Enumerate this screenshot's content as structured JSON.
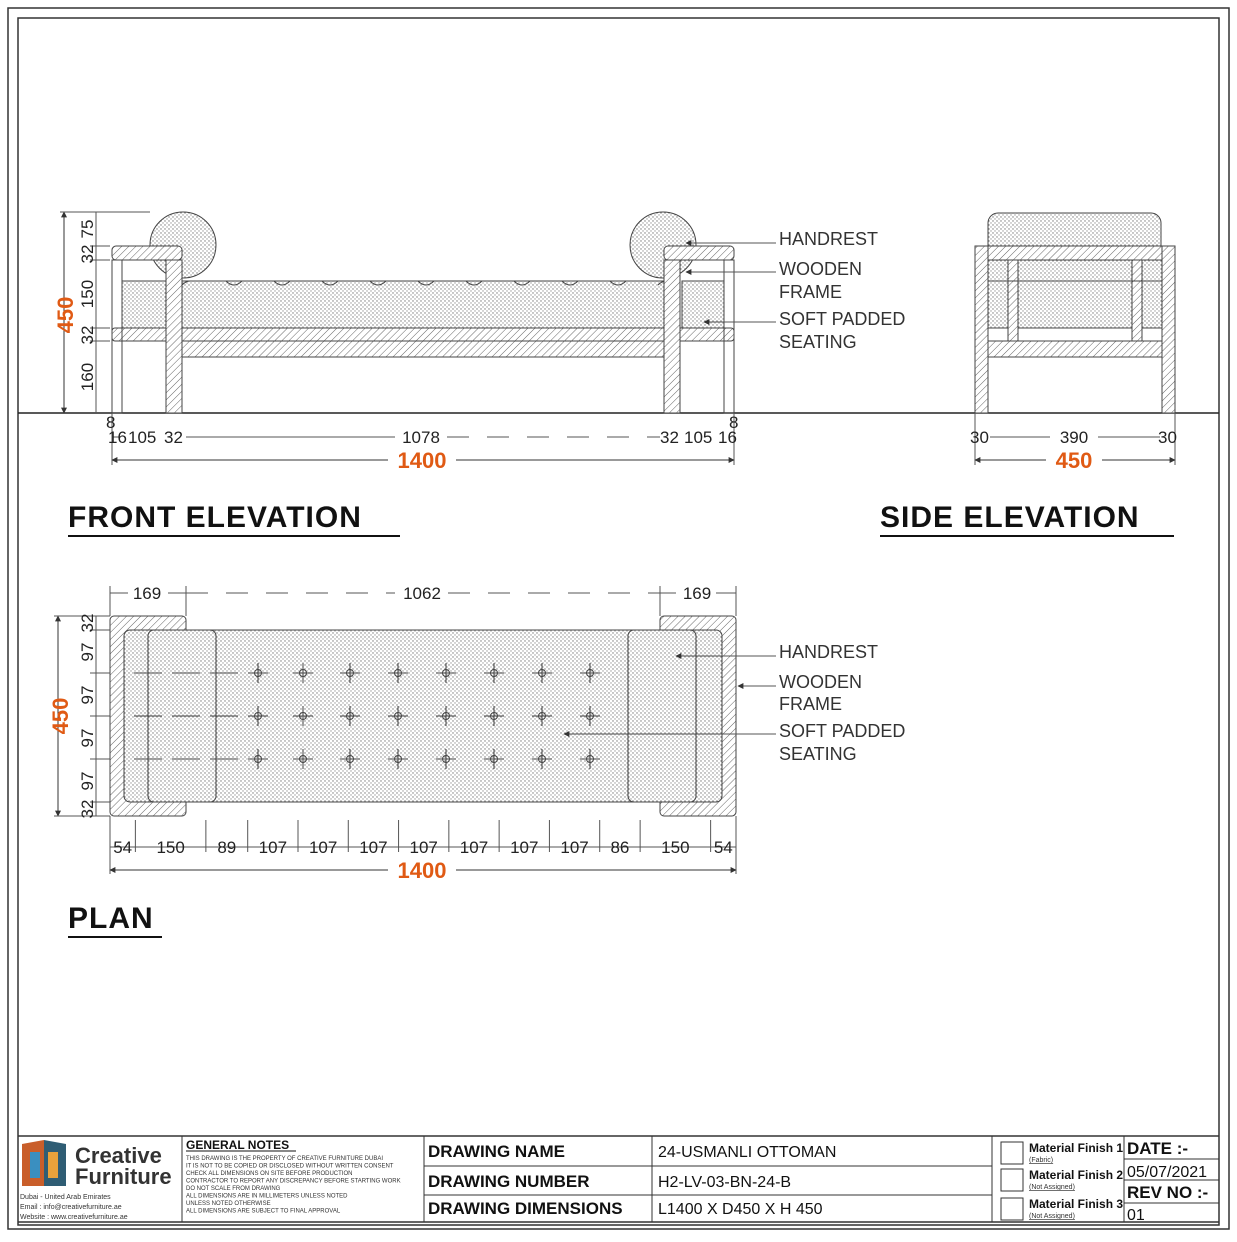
{
  "front": {
    "title": "FRONT ELEVATION",
    "labels": [
      "HANDREST",
      "WOODEN",
      "FRAME",
      "SOFT PADDED",
      "SEATING"
    ],
    "v_dims": [
      "75",
      "32",
      "150",
      "32",
      "160"
    ],
    "h_dims": [
      "16",
      "105",
      "32",
      "1078",
      "32",
      "105",
      "16"
    ],
    "small_dims": [
      "8",
      "8"
    ],
    "total_h": "450",
    "total_w": "1400"
  },
  "side": {
    "title": "SIDE ELEVATION",
    "h_dims": [
      "30",
      "390",
      "30"
    ],
    "total_w": "450"
  },
  "plan": {
    "title": "PLAN",
    "labels": [
      "HANDREST",
      "WOODEN",
      "FRAME",
      "SOFT PADDED",
      "SEATING"
    ],
    "top_dims": [
      "169",
      "1062",
      "169"
    ],
    "v_dims": [
      "32",
      "97",
      "97",
      "97",
      "97",
      "32"
    ],
    "bottom_dims": [
      "54",
      "150",
      "89",
      "107",
      "107",
      "107",
      "107",
      "107",
      "107",
      "107",
      "86",
      "150",
      "54"
    ],
    "total_h": "450",
    "total_w": "1400"
  },
  "title_block": {
    "brand_line1": "Creative",
    "brand_line2": "Furniture",
    "contact": [
      "Dubai - United Arab Emirates",
      "Email : info@creativefurniture.ae",
      "Website : www.creativefurniture.ae"
    ],
    "notes_heading": "GENERAL NOTES",
    "notes": [
      "THIS DRAWING IS THE PROPERTY OF CREATIVE FURNITURE DUBAI",
      "IT IS NOT TO BE COPIED OR DISCLOSED WITHOUT WRITTEN CONSENT",
      "CHECK ALL DIMENSIONS ON SITE BEFORE PRODUCTION",
      "CONTRACTOR TO REPORT ANY DISCREPANCY BEFORE STARTING WORK",
      "DO NOT SCALE FROM DRAWING",
      "ALL DIMENSIONS ARE IN MILLIMETERS UNLESS NOTED",
      "UNLESS NOTED OTHERWISE",
      "ALL DIMENSIONS ARE SUBJECT TO FINAL APPROVAL"
    ],
    "rows": [
      {
        "k": "DRAWING NAME",
        "v": "24-USMANLI OTTOMAN"
      },
      {
        "k": "DRAWING NUMBER",
        "v": "H2-LV-03-BN-24-B"
      },
      {
        "k": "DRAWING DIMENSIONS",
        "v": "L1400 X D450 X H 450"
      }
    ],
    "finishes": [
      {
        "k": "Material Finish 1",
        "v": "(Fabric)"
      },
      {
        "k": "Material Finish 2",
        "v": "(Not Assigned)"
      },
      {
        "k": "Material Finish 3",
        "v": "(Not Assigned)"
      }
    ],
    "date_label": "DATE :-",
    "date": "05/07/2021",
    "rev_label": "REV NO :-",
    "rev": "01"
  }
}
